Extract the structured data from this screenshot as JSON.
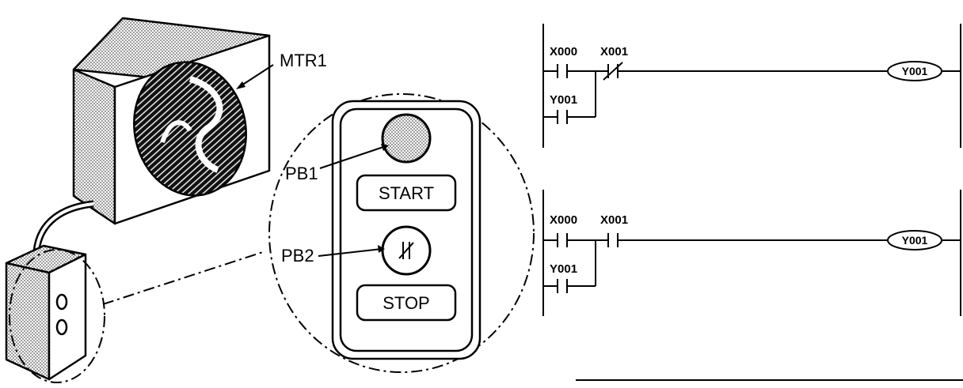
{
  "illustration": {
    "motor_label": "MTR1",
    "pb1_label": "PB1",
    "pb2_label": "PB2",
    "start_label": "START",
    "stop_label": "STOP"
  },
  "ladder_top": {
    "contact1": "X000",
    "contact2": "X001",
    "parallel_contact": "Y001",
    "coil": "Y001"
  },
  "ladder_bottom": {
    "contact1": "X000",
    "contact2": "X001",
    "parallel_contact": "Y001",
    "coil": "Y001"
  },
  "colors": {
    "line": "#000000",
    "shade": "#9a9a9a",
    "background": "#ffffff"
  }
}
